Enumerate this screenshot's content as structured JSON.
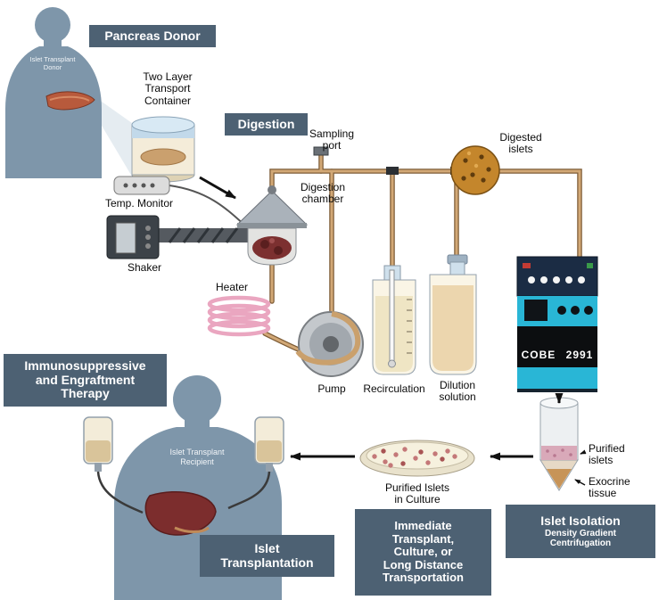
{
  "stage_boxes": {
    "pancreas_donor": "Pancreas Donor",
    "digestion": "Digestion",
    "immunosuppressive_therapy": "Immunosuppressive\nand Engraftment\nTherapy",
    "islet_transplantation": "Islet\nTransplantation",
    "immediate_transplant": "Immediate\nTransplant,\nCulture, or\nLong Distance\nTransportation",
    "islet_isolation": "Islet Isolation",
    "islet_isolation_sub": "Density Gradient\nCentrifugation"
  },
  "labels": {
    "two_layer_container": "Two Layer\nTransport\nContainer",
    "temp_monitor": "Temp. Monitor",
    "shaker": "Shaker",
    "digestion_chamber": "Digestion\nchamber",
    "sampling_port": "Sampling\nport",
    "digested_islets": "Digested\nislets",
    "heater": "Heater",
    "pump": "Pump",
    "recirculation": "Recirculation",
    "dilution_solution": "Dilution\nsolution",
    "cobe_machine": "COBE 2991",
    "purified_islets": "Purified\nislets",
    "exocrine_tissue": "Exocrine\ntissue",
    "purified_islets_in_culture": "Purified Islets\nin Culture",
    "donor_figure": "Islet Transplant\nDonor",
    "recipient_figure": "Islet Transplant\nRecipient"
  },
  "colors": {
    "stage_box_bg": "#4d6173",
    "silhouette": "#7e96aa",
    "tube": "#d2a876",
    "heater_coil": "#eaa6c0",
    "cobe_cyan": "#29b6d6",
    "digested_islets": "#c4862c"
  }
}
